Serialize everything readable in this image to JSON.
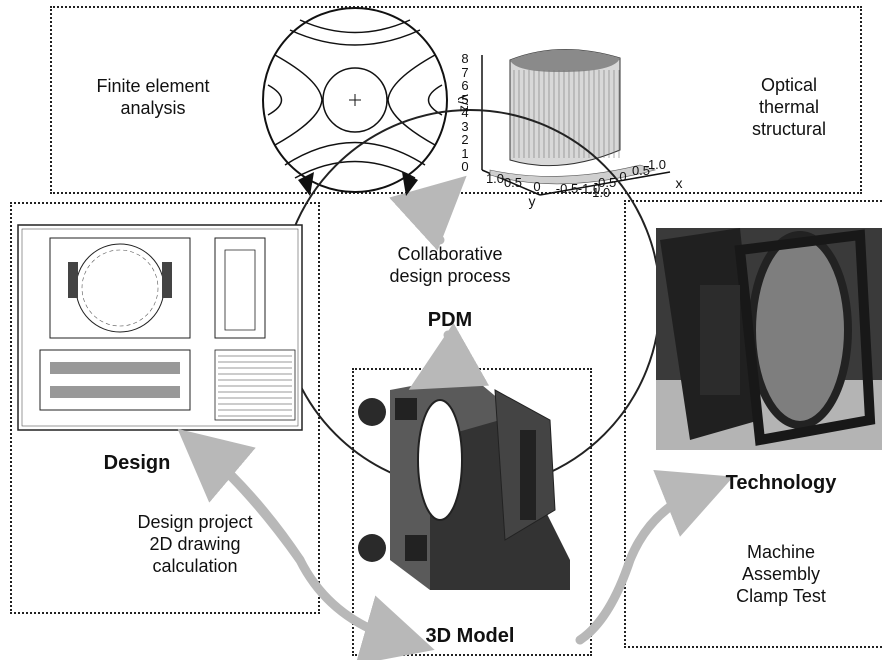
{
  "fea": {
    "title": "Finite element analysis",
    "optical": "Optical\nthermal\nstructural"
  },
  "plot3d": {
    "zlabel": "z/λ",
    "zticks": [
      "0",
      "1",
      "2",
      "3",
      "4",
      "5",
      "6",
      "7",
      "8"
    ],
    "xlabel": "x",
    "ylabel": "y",
    "xticks": [
      "1.0",
      "0.5",
      "0",
      "-0.5",
      "-1.0"
    ],
    "yticks": [
      "1.0",
      "0.5",
      "0",
      "-0.5",
      "-1.0"
    ]
  },
  "center": {
    "collab": "Collaborative\ndesign process",
    "pdm": "PDM"
  },
  "design": {
    "title": "Design",
    "desc": "Design project\n2D drawing\ncalculation"
  },
  "model": {
    "title": "3D Model"
  },
  "technology": {
    "title": "Technology",
    "desc": "Machine\nAssembly\nClamp Test"
  },
  "colors": {
    "arrow": "#b8b8b8",
    "border": "#222222",
    "photo": "#3a3a3a"
  }
}
